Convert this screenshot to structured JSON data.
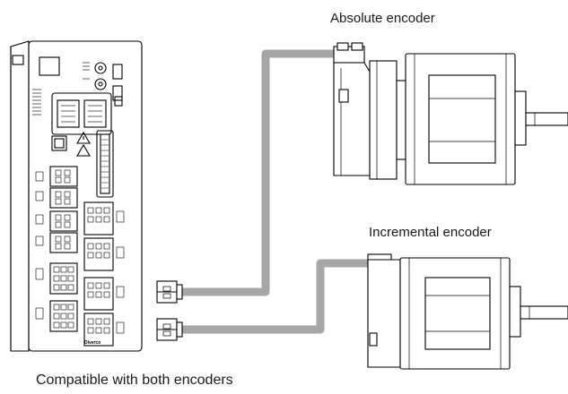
{
  "labels": {
    "absolute_encoder": "Absolute encoder",
    "incremental_encoder": "Incremental encoder",
    "caption": "Compatible with both encoders"
  },
  "driver": {
    "brand_logo_text": "Diverco"
  },
  "colors": {
    "cable": "#a6a6a6",
    "outline": "#000000",
    "background": "#ffffff"
  }
}
